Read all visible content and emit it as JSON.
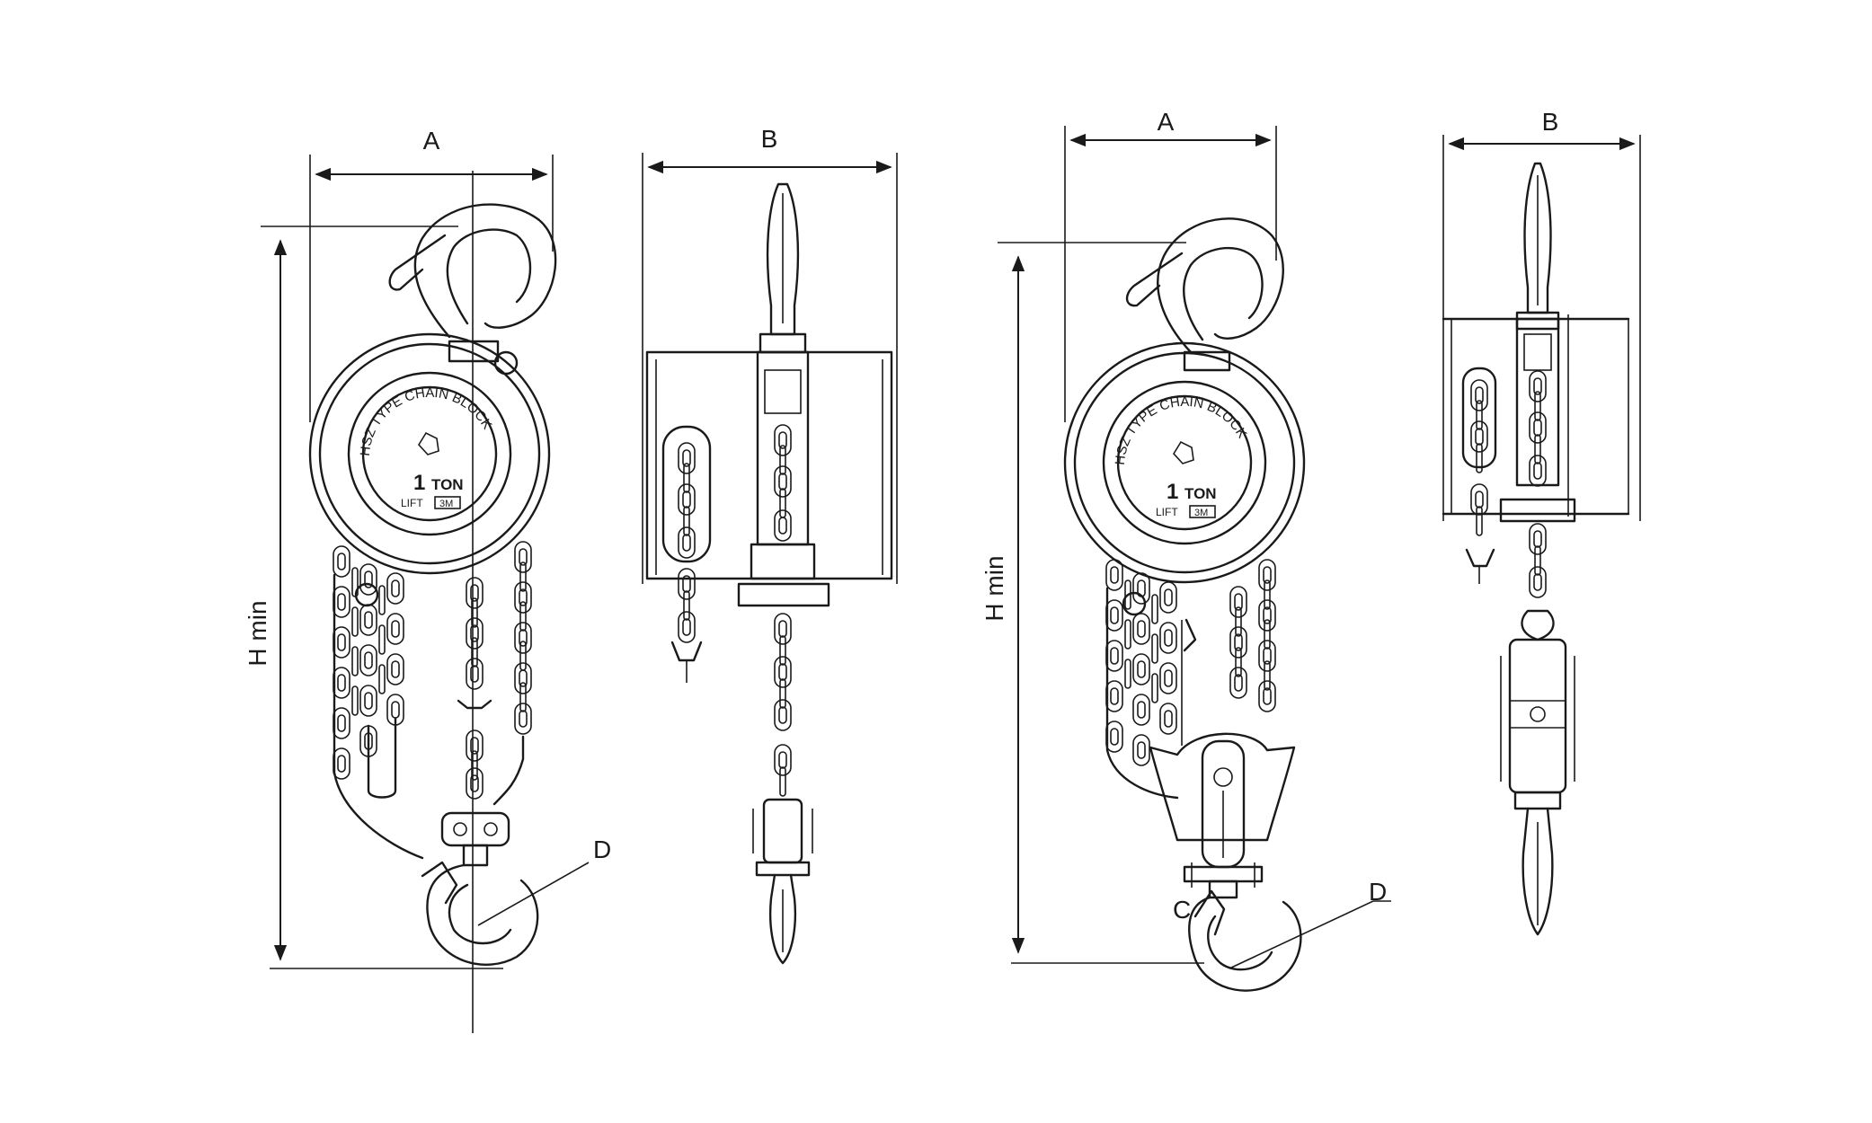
{
  "diagram": {
    "left_assembly": {
      "dim_width": "A",
      "dim_depth": "B",
      "dim_height": "H min",
      "callout_hook": "D",
      "plate": {
        "type_text": "HSZ TYPE CHAIN BLOCK",
        "capacity_number": "1",
        "capacity_unit": "TON",
        "lift_label": "LIFT",
        "lift_value": "3M"
      }
    },
    "right_assembly": {
      "dim_width": "A",
      "dim_depth": "B",
      "dim_height": "H min",
      "callout_latch": "C",
      "callout_hook": "D",
      "plate": {
        "type_text": "HSZ TYPE CHAIN BLOCK",
        "capacity_number": "1",
        "capacity_unit": "TON",
        "lift_label": "LIFT",
        "lift_value": "3M"
      }
    }
  },
  "colors": {
    "line": "#1a1a1a",
    "background": "#ffffff"
  }
}
